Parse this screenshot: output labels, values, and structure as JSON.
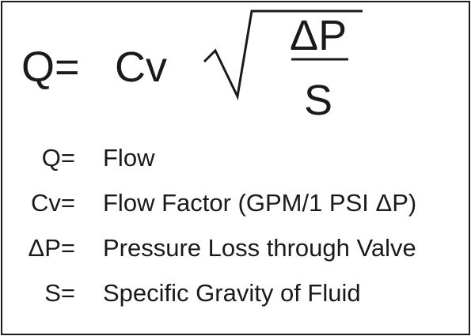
{
  "formula": {
    "lhs": "Q=",
    "coefficient": "Cv",
    "numerator": "ΔP",
    "denominator": "S"
  },
  "definitions": [
    {
      "term": "Q=",
      "description": "Flow"
    },
    {
      "term": "Cv=",
      "description": "Flow Factor (GPM/1 PSI ΔP)"
    },
    {
      "term": "ΔP=",
      "description": "Pressure Loss through Valve"
    },
    {
      "term": "S=",
      "description": "Specific Gravity of Fluid"
    }
  ],
  "colors": {
    "ink": "#1a1a1a",
    "background": "#ffffff"
  }
}
